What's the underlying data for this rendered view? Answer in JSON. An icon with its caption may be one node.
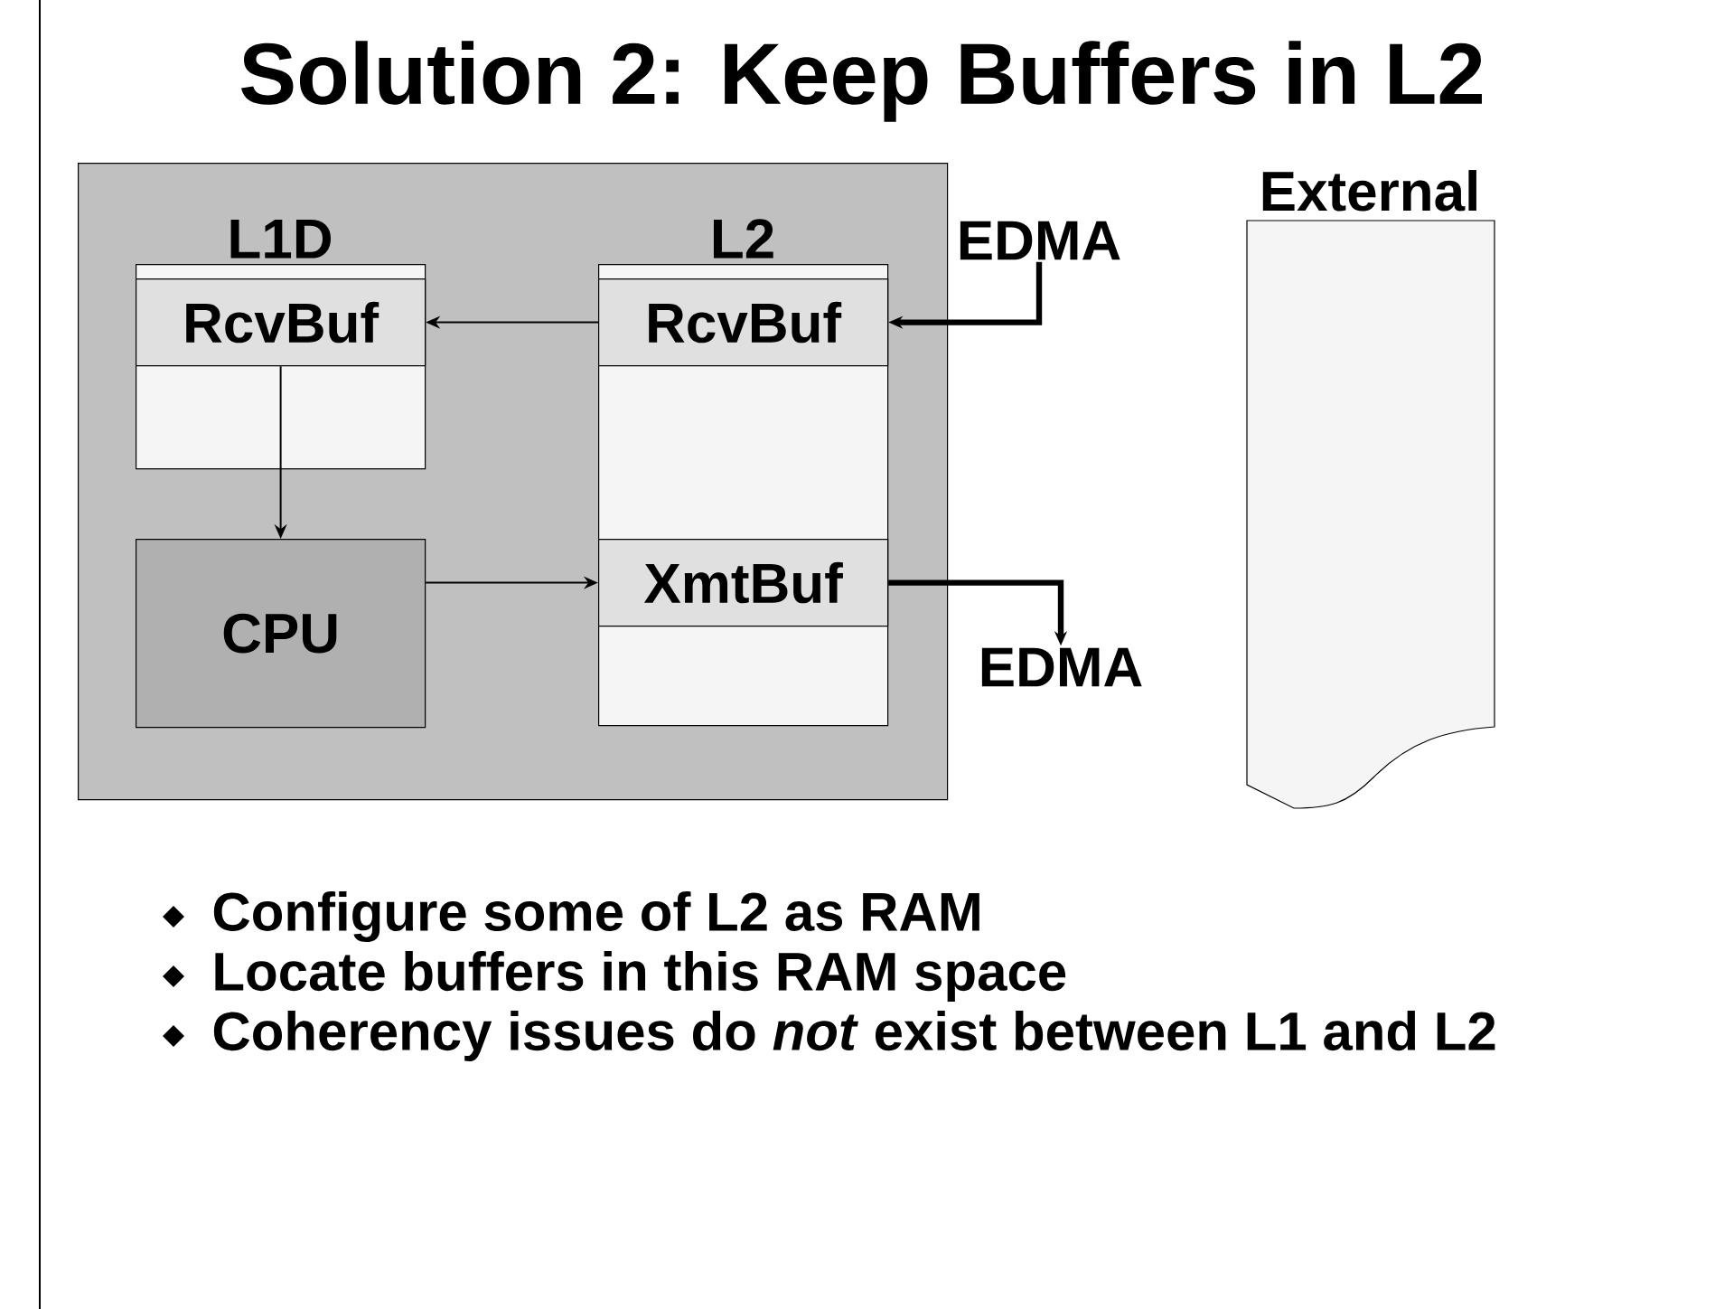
{
  "diagram": {
    "title": "Solution 2:  Keep Buffers in L2",
    "nodes": [
      {
        "text": [],
        "shape": "box"
      },
      {
        "text": [
          "L1D"
        ],
        "in": 0
      },
      {
        "text": [
          "RcvBuf"
        ],
        "in": 1
      },
      {
        "text": [
          "L2"
        ],
        "in": 0
      },
      {
        "text": [
          "RcvBuf"
        ],
        "in": 3
      },
      {
        "text": [
          "CPU"
        ],
        "in": 0
      },
      {
        "text": [
          "XmtBuf"
        ],
        "in": 3
      },
      {
        "text": [
          "EDMA"
        ]
      },
      {
        "text": [
          "EDMA"
        ]
      },
      {
        "text": [
          "External"
        ]
      }
    ],
    "edges": [
      {
        "from": 7,
        "to": 4,
        "arrow": "to",
        "style": "thick"
      },
      {
        "from": 4,
        "to": 2,
        "arrow": "to"
      },
      {
        "from": 2,
        "to": 5,
        "arrow": "to"
      },
      {
        "from": 5,
        "to": 6,
        "arrow": "to"
      },
      {
        "from": 6,
        "to": 8,
        "arrow": "to",
        "style": "thick"
      }
    ],
    "labels": [
      "Configure some of L2 as RAM",
      "Locate buffers in this RAM space",
      "Coherency issues do *not* exist between L1 and L2"
    ]
  }
}
